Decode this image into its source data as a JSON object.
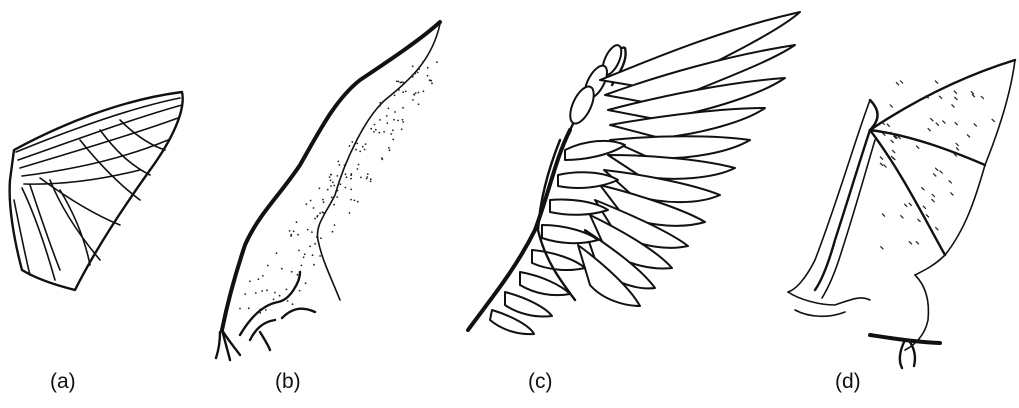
{
  "figure": {
    "panels": [
      {
        "label": "(a)",
        "subject": "insect-wing"
      },
      {
        "label": "(b)",
        "subject": "pterosaur-wing"
      },
      {
        "label": "(c)",
        "subject": "bird-wing"
      },
      {
        "label": "(d)",
        "subject": "bat-wing"
      }
    ],
    "colors": {
      "ink": "#111111",
      "paper": "#ffffff"
    }
  }
}
